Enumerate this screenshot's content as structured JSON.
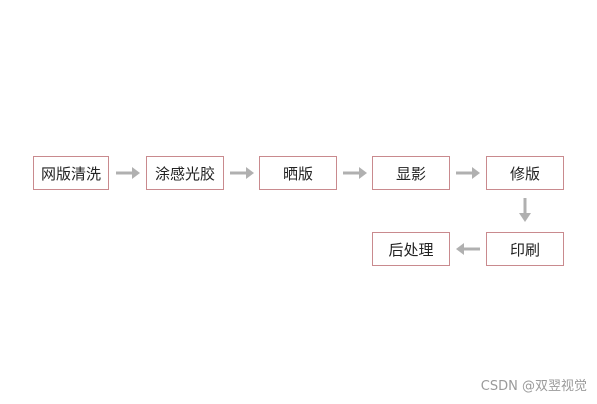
{
  "diagram": {
    "type": "flowchart",
    "steps": [
      {
        "id": "s1",
        "label": "网版清洗"
      },
      {
        "id": "s2",
        "label": "涂感光胶"
      },
      {
        "id": "s3",
        "label": "晒版"
      },
      {
        "id": "s4",
        "label": "显影"
      },
      {
        "id": "s5",
        "label": "修版"
      },
      {
        "id": "s6",
        "label": "印刷"
      },
      {
        "id": "s7",
        "label": "后处理"
      }
    ],
    "edges": [
      {
        "from": "s1",
        "to": "s2"
      },
      {
        "from": "s2",
        "to": "s3"
      },
      {
        "from": "s3",
        "to": "s4"
      },
      {
        "from": "s4",
        "to": "s5"
      },
      {
        "from": "s5",
        "to": "s6"
      },
      {
        "from": "s6",
        "to": "s7"
      }
    ],
    "colors": {
      "box_border": "#c98a8e",
      "arrow": "#b0b0b0",
      "text": "#222222"
    }
  },
  "watermark": {
    "text": "CSDN @双翌视觉"
  }
}
